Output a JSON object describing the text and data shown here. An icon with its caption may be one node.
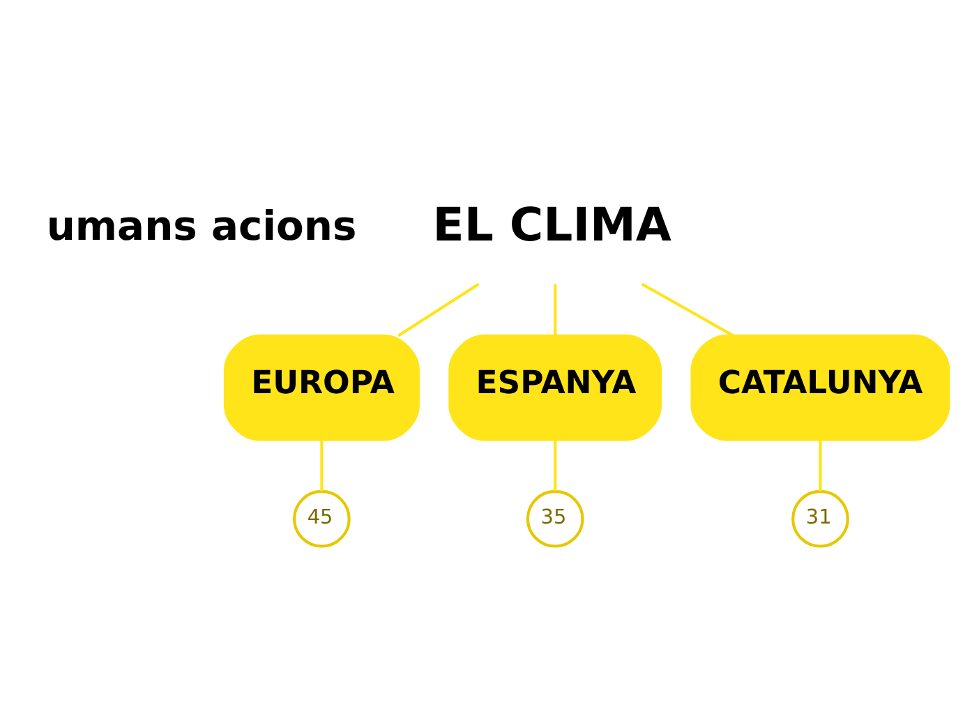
{
  "diagram": {
    "nodes": [
      {
        "text": [
          "EL CLIMA"
        ]
      },
      {
        "text": [
          "EUROPA"
        ]
      },
      {
        "text": [
          "ESPANYA"
        ]
      },
      {
        "text": [
          "CATALUNYA"
        ]
      },
      {
        "text": [
          "45"
        ]
      },
      {
        "text": [
          "35"
        ]
      },
      {
        "text": [
          "31"
        ]
      }
    ],
    "edges": [
      {
        "from": 0,
        "to": 1,
        "arrow": "none"
      },
      {
        "from": 0,
        "to": 2,
        "arrow": "none"
      },
      {
        "from": 0,
        "to": 3,
        "arrow": "none"
      },
      {
        "from": 1,
        "to": 4,
        "arrow": "none"
      },
      {
        "from": 2,
        "to": 5,
        "arrow": "none"
      },
      {
        "from": 3,
        "to": 6,
        "arrow": "none"
      }
    ],
    "labels": [
      "umans acions"
    ]
  }
}
